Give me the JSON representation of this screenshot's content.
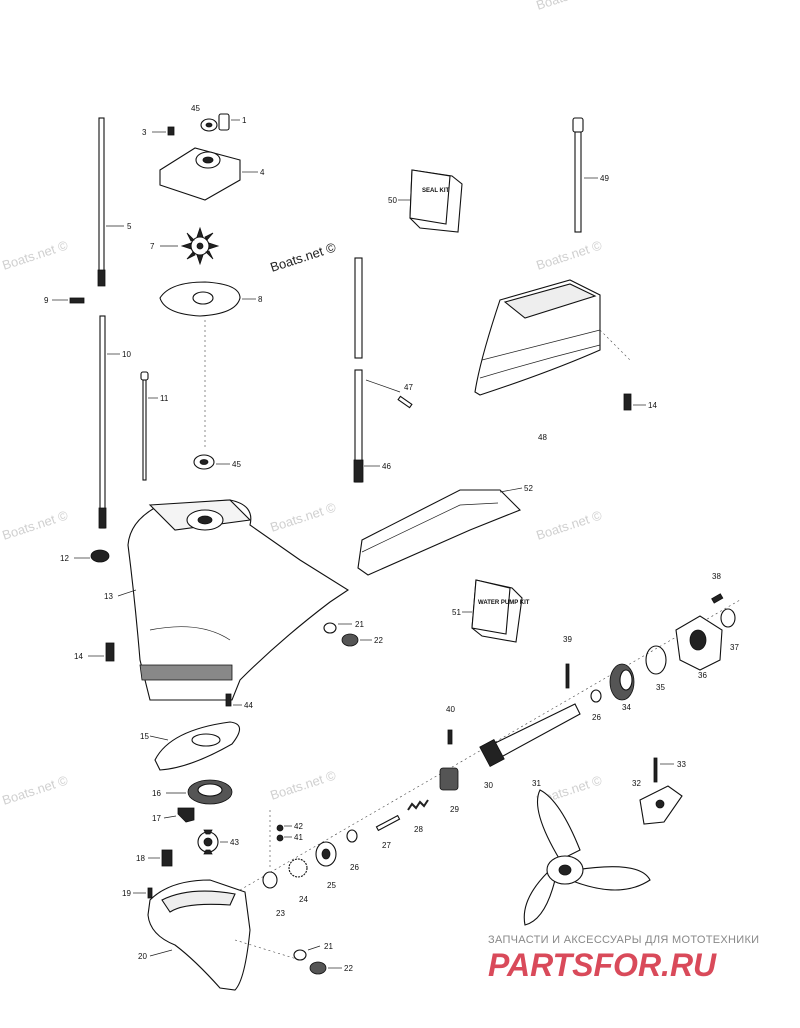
{
  "watermark": "Boats.net ©",
  "brand": {
    "subtitle": "ЗАПЧАСТИ И АКСЕССУАРЫ ДЛЯ МОТОТЕХНИКИ",
    "logo_text": "PARTSFOR.RU",
    "logo_color": "#d94a5a"
  },
  "kits": {
    "seal_kit": "SEAL KIT",
    "water_pump_kit": "WATER PUMP KIT"
  },
  "labels": {
    "p1": "1",
    "p3": "3",
    "p4": "4",
    "p45a": "45",
    "p5": "5",
    "p7": "7",
    "p8": "8",
    "p9": "9",
    "p10": "10",
    "p11": "11",
    "p45b": "45",
    "p12": "12",
    "p13": "13",
    "p14a": "14",
    "p14b": "14",
    "p15": "15",
    "p16": "16",
    "p17": "17",
    "p18": "18",
    "p19": "19",
    "p20": "20",
    "p21a": "21",
    "p21b": "21",
    "p22a": "22",
    "p22b": "22",
    "p23": "23",
    "p24": "24",
    "p25": "25",
    "p26a": "26",
    "p26b": "26",
    "p27": "27",
    "p28": "28",
    "p29": "29",
    "p30": "30",
    "p31": "31",
    "p32": "32",
    "p33": "33",
    "p34": "34",
    "p35": "35",
    "p36": "36",
    "p37": "37",
    "p38": "38",
    "p39": "39",
    "p40": "40",
    "p41": "41",
    "p42": "42",
    "p43": "43",
    "p44": "44",
    "p46": "46",
    "p47": "47",
    "p48": "48",
    "p49": "49",
    "p50": "50",
    "p51": "51",
    "p52": "52"
  }
}
